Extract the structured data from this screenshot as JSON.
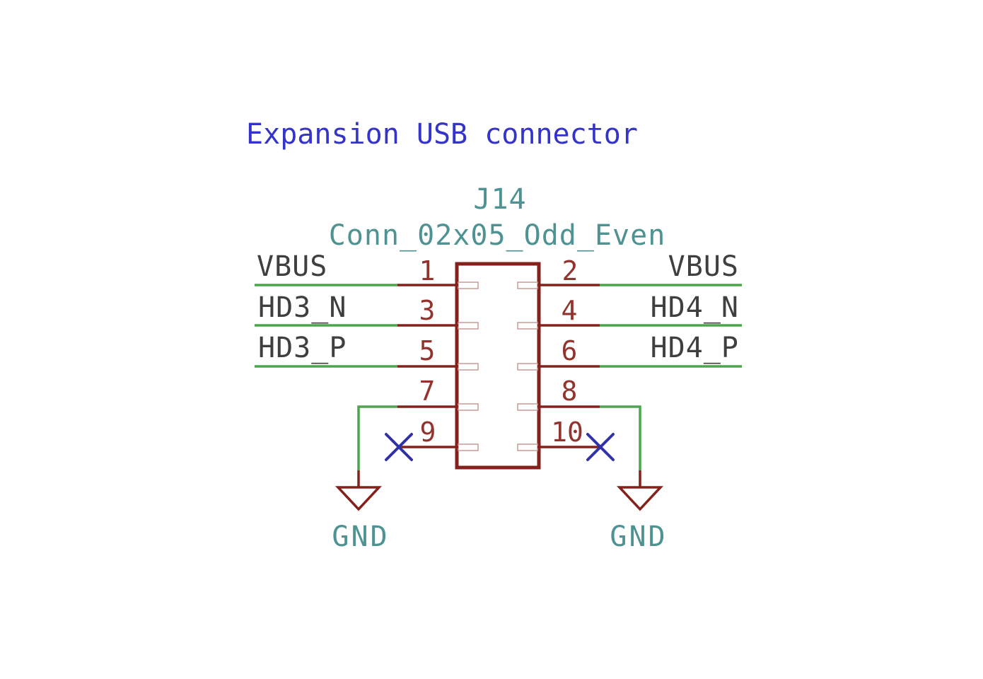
{
  "title": {
    "text": "Expansion USB connector"
  },
  "component": {
    "reference": "J14",
    "value": "Conn_02x05_Odd_Even"
  },
  "pins": {
    "left": [
      {
        "number": "1",
        "net": "VBUS"
      },
      {
        "number": "3",
        "net": "HD3_N"
      },
      {
        "number": "5",
        "net": "HD3_P"
      },
      {
        "number": "7",
        "net": "GND"
      },
      {
        "number": "9",
        "net": "",
        "no_connect": true
      }
    ],
    "right": [
      {
        "number": "2",
        "net": "VBUS"
      },
      {
        "number": "4",
        "net": "HD4_N"
      },
      {
        "number": "6",
        "net": "HD4_P"
      },
      {
        "number": "8",
        "net": "GND"
      },
      {
        "number": "10",
        "net": "",
        "no_connect": true
      }
    ]
  },
  "power_symbols": [
    {
      "label": "GND"
    },
    {
      "label": "GND"
    }
  ],
  "colors": {
    "background": "#FFFFFF",
    "note-blue": "#3434C8",
    "field-teal": "#4E9292",
    "wire-green": "#4AA64A",
    "symbol-maroon": "#84211D",
    "pin-number-red": "#92332D",
    "net-label-dark": "#3F3F3F",
    "no-connect-blue": "#3232A8",
    "pad-outline": "#C89B97"
  }
}
